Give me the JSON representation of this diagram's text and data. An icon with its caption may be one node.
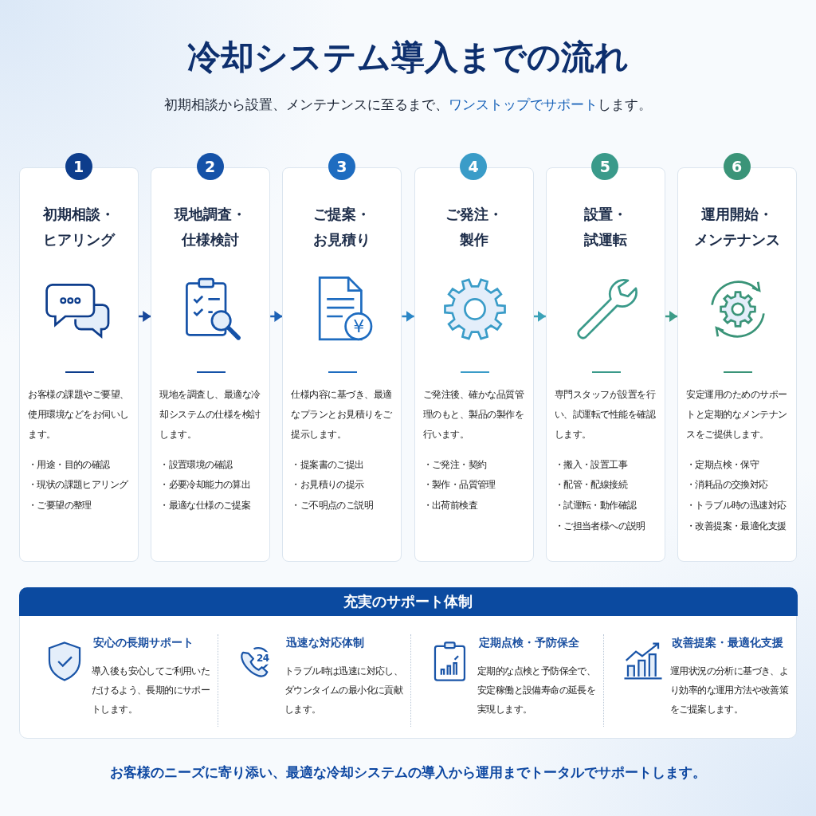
{
  "diagram": {
    "title": "冷却システム導入までの流れ",
    "caption": "お客様のニーズに寄り添い、最適な冷却システムの導入から運用までトータルでサポートします。",
    "nodes": [
      {
        "text": [
          "1",
          "初期相談・ヒアリング",
          "お客様の課題やご要望、使用環境などをお伺いします。",
          "・用途・目的の確認",
          "・現状の課題ヒアリング",
          "・ご要望の整理"
        ]
      },
      {
        "text": [
          "2",
          "現地調査・仕様検討",
          "現地を調査し、最適な冷却システムの仕様を検討します。",
          "・設置環境の確認",
          "・必要冷却能力の算出",
          "・最適な仕様のご提案"
        ]
      },
      {
        "text": [
          "3",
          "ご提案・お見積り",
          "仕様内容に基づき、最適なプランとお見積りをご提示します。",
          "・提案書のご提出",
          "・お見積りの提示",
          "・ご不明点のご説明"
        ]
      },
      {
        "text": [
          "4",
          "ご発注・製作",
          "ご発注後、確かな品質管理のもと、製品の製作を行います。",
          "・ご発注・契約",
          "・製作・品質管理",
          "・出荷前検査"
        ]
      },
      {
        "text": [
          "5",
          "設置・試運転",
          "専門スタッフが設置を行い、試運転で性能を確認します。",
          "・搬入・設置工事",
          "・配管・配線接続",
          "・試運転・動作確認",
          "・ご担当者様への説明"
        ]
      },
      {
        "text": [
          "6",
          "運用開始・メンテナンス",
          "安定運用のためのサポートと定期的なメンテナンスをご提供します。",
          "・定期点検・保守",
          "・消耗品の交換対応",
          "・トラブル時の迅速対応",
          "・改善提案・最適化支援"
        ]
      },
      {
        "text": [
          "充実のサポート体制"
        ]
      },
      {
        "text": [
          "安心の長期サポート",
          "導入後も安心してご利用いただけるよう、長期的にサポートします。"
        ],
        "in": 6
      },
      {
        "text": [
          "迅速な対応体制",
          "トラブル時は迅速に対応し、ダウンタイムの最小化に貢献します。"
        ],
        "in": 6
      },
      {
        "text": [
          "定期点検・予防保全",
          "定期的な点検と予防保全で、安定稼働と設備寿命の延長を実現します。"
        ],
        "in": 6
      },
      {
        "text": [
          "改善提案・最適化支援",
          "運用状況の分析に基づき、より効率的な運用方法や改善策をご提案します。"
        ],
        "in": 6
      }
    ],
    "edges": [
      {
        "from": 0,
        "to": 1,
        "arrow": "to",
        "color": "#17479a"
      },
      {
        "from": 1,
        "to": 2,
        "arrow": "to",
        "color": "#1d62b6"
      },
      {
        "from": 2,
        "to": 3,
        "arrow": "to",
        "color": "#2a86c6"
      },
      {
        "from": 3,
        "to": 4,
        "arrow": "to",
        "color": "#3aa2b8"
      },
      {
        "from": 4,
        "to": 5,
        "arrow": "to",
        "color": "#3c9c88"
      }
    ],
    "labels": [
      "初期相談から設置、メンテナンスに至るまで、**ワンストップでサポート**します。",
      "¥",
      "24"
    ]
  }
}
